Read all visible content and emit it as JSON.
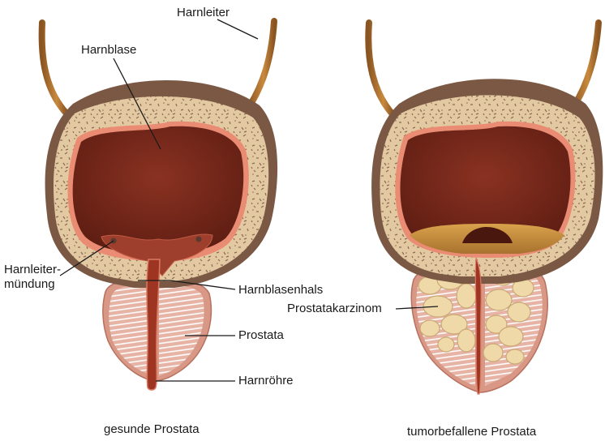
{
  "labels": {
    "harnleiter": "Harnleiter",
    "harnblase": "Harnblase",
    "harnleitermuendung_1": "Harnleiter-",
    "harnleitermuendung_2": "mündung",
    "harnblasenhals": "Harnblasenhals",
    "prostata": "Prostata",
    "harnroehre": "Harnröhre",
    "prostatakarzinom": "Prostatakarzinom"
  },
  "captions": {
    "healthy": "gesunde Prostata",
    "tumor": "tumorbefallene Prostata"
  },
  "colors": {
    "bladder_outer": "#7a5844",
    "bladder_wall": "#e3c9a2",
    "bladder_lining": "#e98a72",
    "bladder_cavity": "#7b2a1c",
    "prostata_tissue": "#e8b7a8",
    "urethra": "#b5442c",
    "ureter": "#b57a32",
    "tumor_nodule": "#efd9a9",
    "sediment": "#c88a3e"
  }
}
